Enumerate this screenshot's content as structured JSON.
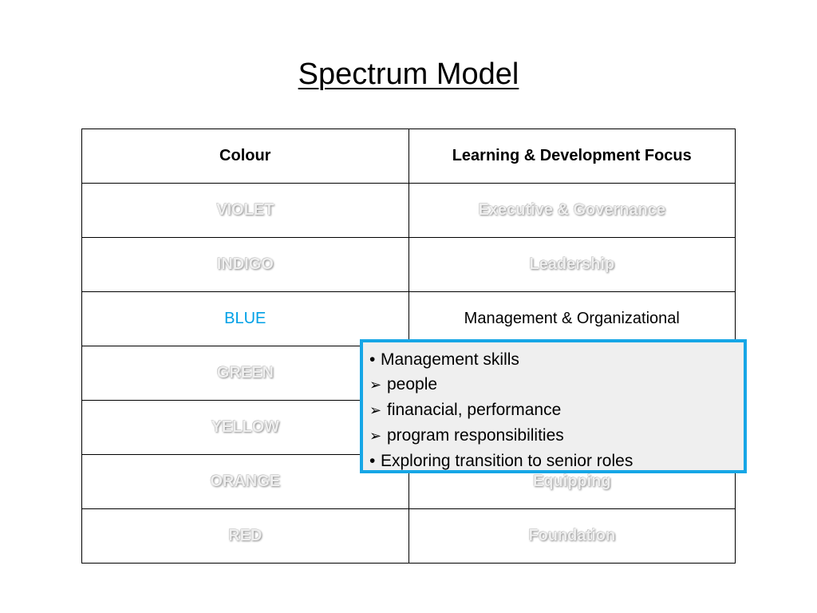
{
  "title": "Spectrum Model",
  "table": {
    "headers": [
      "Colour",
      "Learning & Development Focus"
    ],
    "rows": [
      {
        "colour": "VIOLET",
        "focus": "Executive & Governance",
        "active": false
      },
      {
        "colour": "INDIGO",
        "focus": "Leadership",
        "active": false
      },
      {
        "colour": "BLUE",
        "focus": "Management & Organizational",
        "active": true
      },
      {
        "colour": "GREEN",
        "focus": "",
        "active": false
      },
      {
        "colour": "YELLOW",
        "focus": "",
        "active": false
      },
      {
        "colour": "ORANGE",
        "focus": "Equipping",
        "active": false
      },
      {
        "colour": "RED",
        "focus": "Foundation",
        "active": false
      }
    ]
  },
  "popup": {
    "lines": [
      {
        "marker": "bullet",
        "text": "Management skills"
      },
      {
        "marker": "arrow",
        "text": "people"
      },
      {
        "marker": "arrow",
        "text": "finanacial, performance"
      },
      {
        "marker": "arrow",
        "text": "program responsibilities"
      },
      {
        "marker": "bullet",
        "text": "Exploring transition to senior roles"
      }
    ]
  },
  "colors": {
    "blue_accent": "#00a0e6",
    "popup_border": "#16a6e6",
    "popup_background": "#efefef"
  }
}
